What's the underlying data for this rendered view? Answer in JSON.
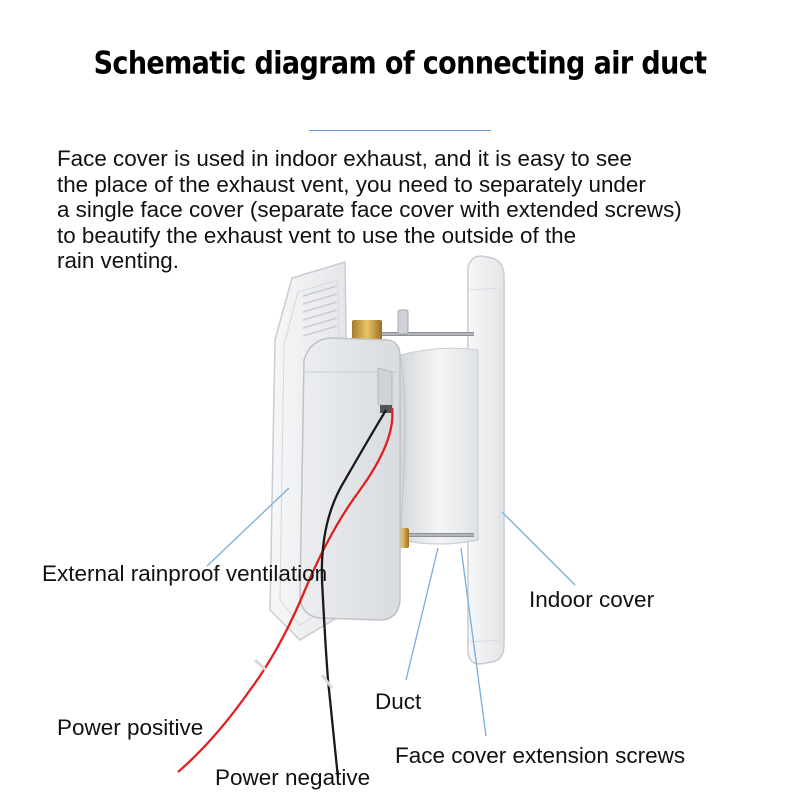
{
  "title": "Schematic diagram of connecting air duct",
  "description": {
    "lines": [
      "Face cover is used in indoor exhaust, and it is easy to see",
      "the place of the exhaust vent, you need to separately under",
      "a single face cover (separate face cover with extended screws)",
      "to beautify the exhaust vent to use the outside of the",
      "rain venting."
    ]
  },
  "labels": {
    "external": "External rainproof ventilation",
    "indoor": "Indoor cover",
    "duct": "Duct",
    "screws": "Face cover extension screws",
    "positive": "Power positive",
    "negative": "Power negative"
  },
  "colors": {
    "leader": "#7fb1e0",
    "positive_wire": "#e02020",
    "negative_wire": "#1a1a1a"
  }
}
